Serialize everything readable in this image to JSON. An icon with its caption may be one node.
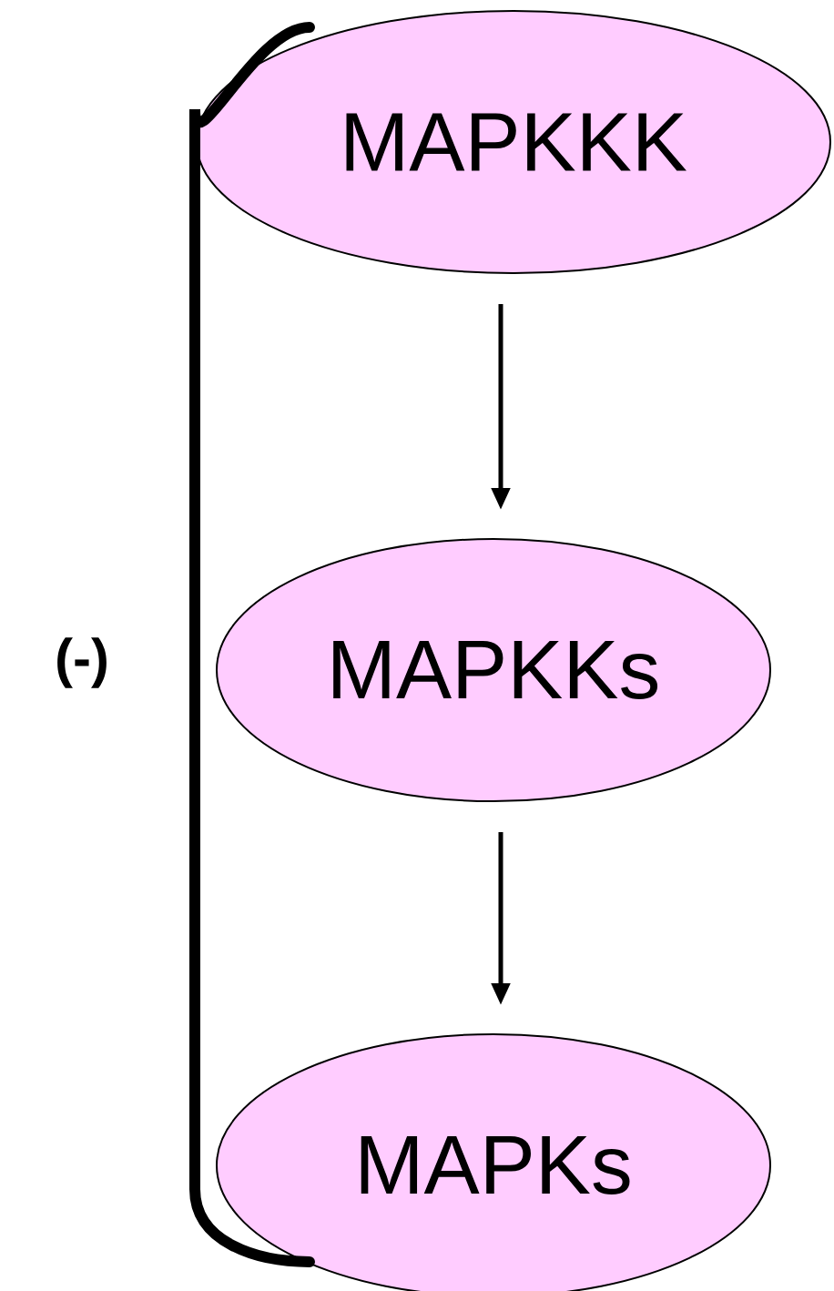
{
  "diagram": {
    "nodes": [
      {
        "text": [
          "MAPKKK"
        ]
      },
      {
        "text": [
          "MAPKKs"
        ]
      },
      {
        "text": [
          "MAPKs"
        ]
      }
    ],
    "edges": [
      {
        "from": 0,
        "to": 1,
        "arrow": "to"
      },
      {
        "from": 1,
        "to": 2,
        "arrow": "to"
      },
      {
        "from": 2,
        "to": 0,
        "arrow": "none",
        "label": "(-)",
        "style": "thick"
      }
    ]
  }
}
